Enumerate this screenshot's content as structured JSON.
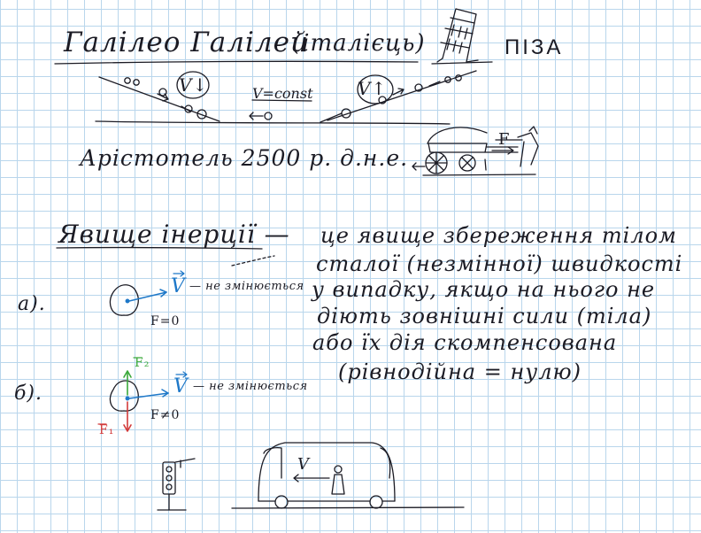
{
  "header": {
    "title": "Галілео Галілей",
    "nationality": "(італієць)",
    "city": "ПІЗА"
  },
  "galileo_sketch": {
    "speed_down": "V↓",
    "speed_const": "V=const",
    "speed_up": "V↑"
  },
  "aristotle_line": "Арістотель 2500 р. д.н.е.",
  "cart_sketch": {
    "force_label": "F"
  },
  "definition": {
    "term": "Явище інерції —",
    "lines": [
      "це явище збереження тілом",
      "сталої (незмінної) швидкості",
      "у випадку, якщо на нього не",
      "діють зовнішні сили (тіла)",
      "або їх дія скомпенсована",
      "(рівнодійна = нулю)"
    ]
  },
  "case_a": {
    "marker": "а).",
    "vector": "V",
    "note": "— не змінюється",
    "force": "F=0"
  },
  "case_b": {
    "marker": "б).",
    "vector": "V",
    "note": "— не змінюється",
    "force": "F≠0",
    "f1": "F₁",
    "f2": "F₂"
  },
  "bus_sketch": {
    "speed": "V"
  },
  "colors": {
    "ink": "#1b1b24",
    "blue": "#1e78c8",
    "green": "#3aa83a",
    "red": "#d23a3a",
    "grid": "#b9d6ec"
  }
}
